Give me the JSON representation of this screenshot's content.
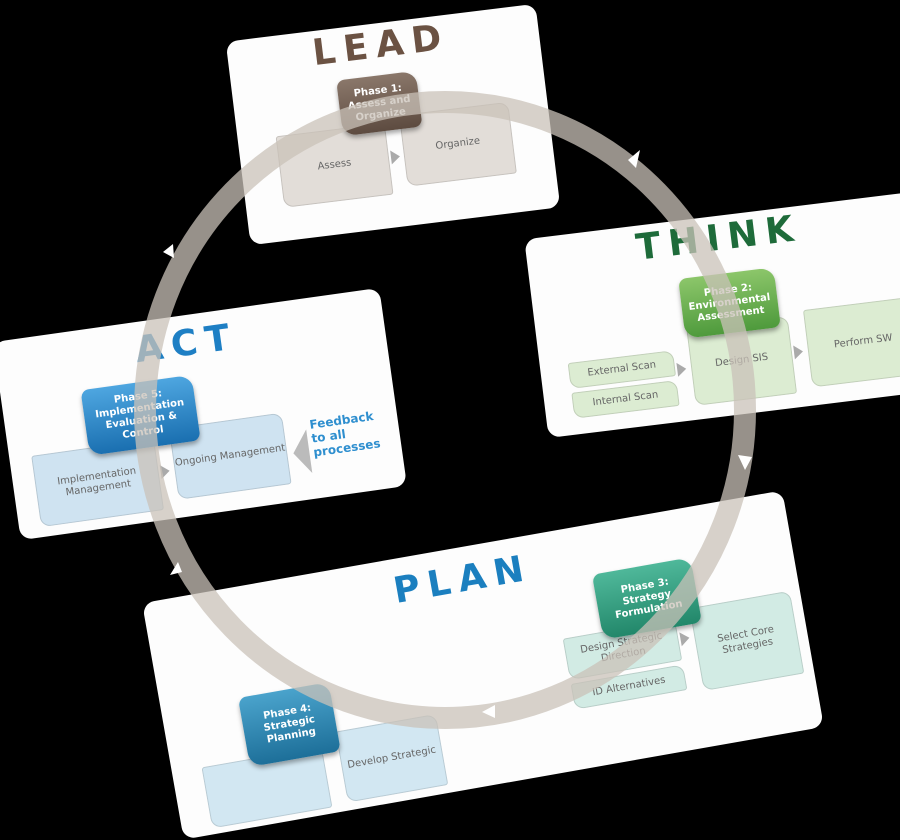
{
  "lead": {
    "title": "LEAD",
    "phase": "Phase 1: Assess and Organize",
    "steps": [
      "Assess",
      "Organize"
    ],
    "color": "#6b5a4e"
  },
  "think": {
    "title": "THINK",
    "phase": "Phase 2: Environmental Assessment",
    "steps": [
      "External Scan",
      "Internal Scan",
      "Design SIS",
      "Perform SW"
    ],
    "color": "#1e6b3a"
  },
  "act": {
    "title": "ACT",
    "phase": "Phase 5: Implementation Evaluation & Control",
    "steps": [
      "Implementation Management",
      "Ongoing Management"
    ],
    "feedback": "Feedback to all processes",
    "color": "#1e7fc4"
  },
  "plan": {
    "title": "PLAN",
    "phase3": "Phase 3: Strategy Formulation",
    "phase4": "Phase 4: Strategic Planning",
    "steps": [
      "Design Strategic Direction",
      "ID Alternatives",
      "Select Core Strategies",
      "Develop Strategic"
    ],
    "color": "#1b7fbf"
  }
}
